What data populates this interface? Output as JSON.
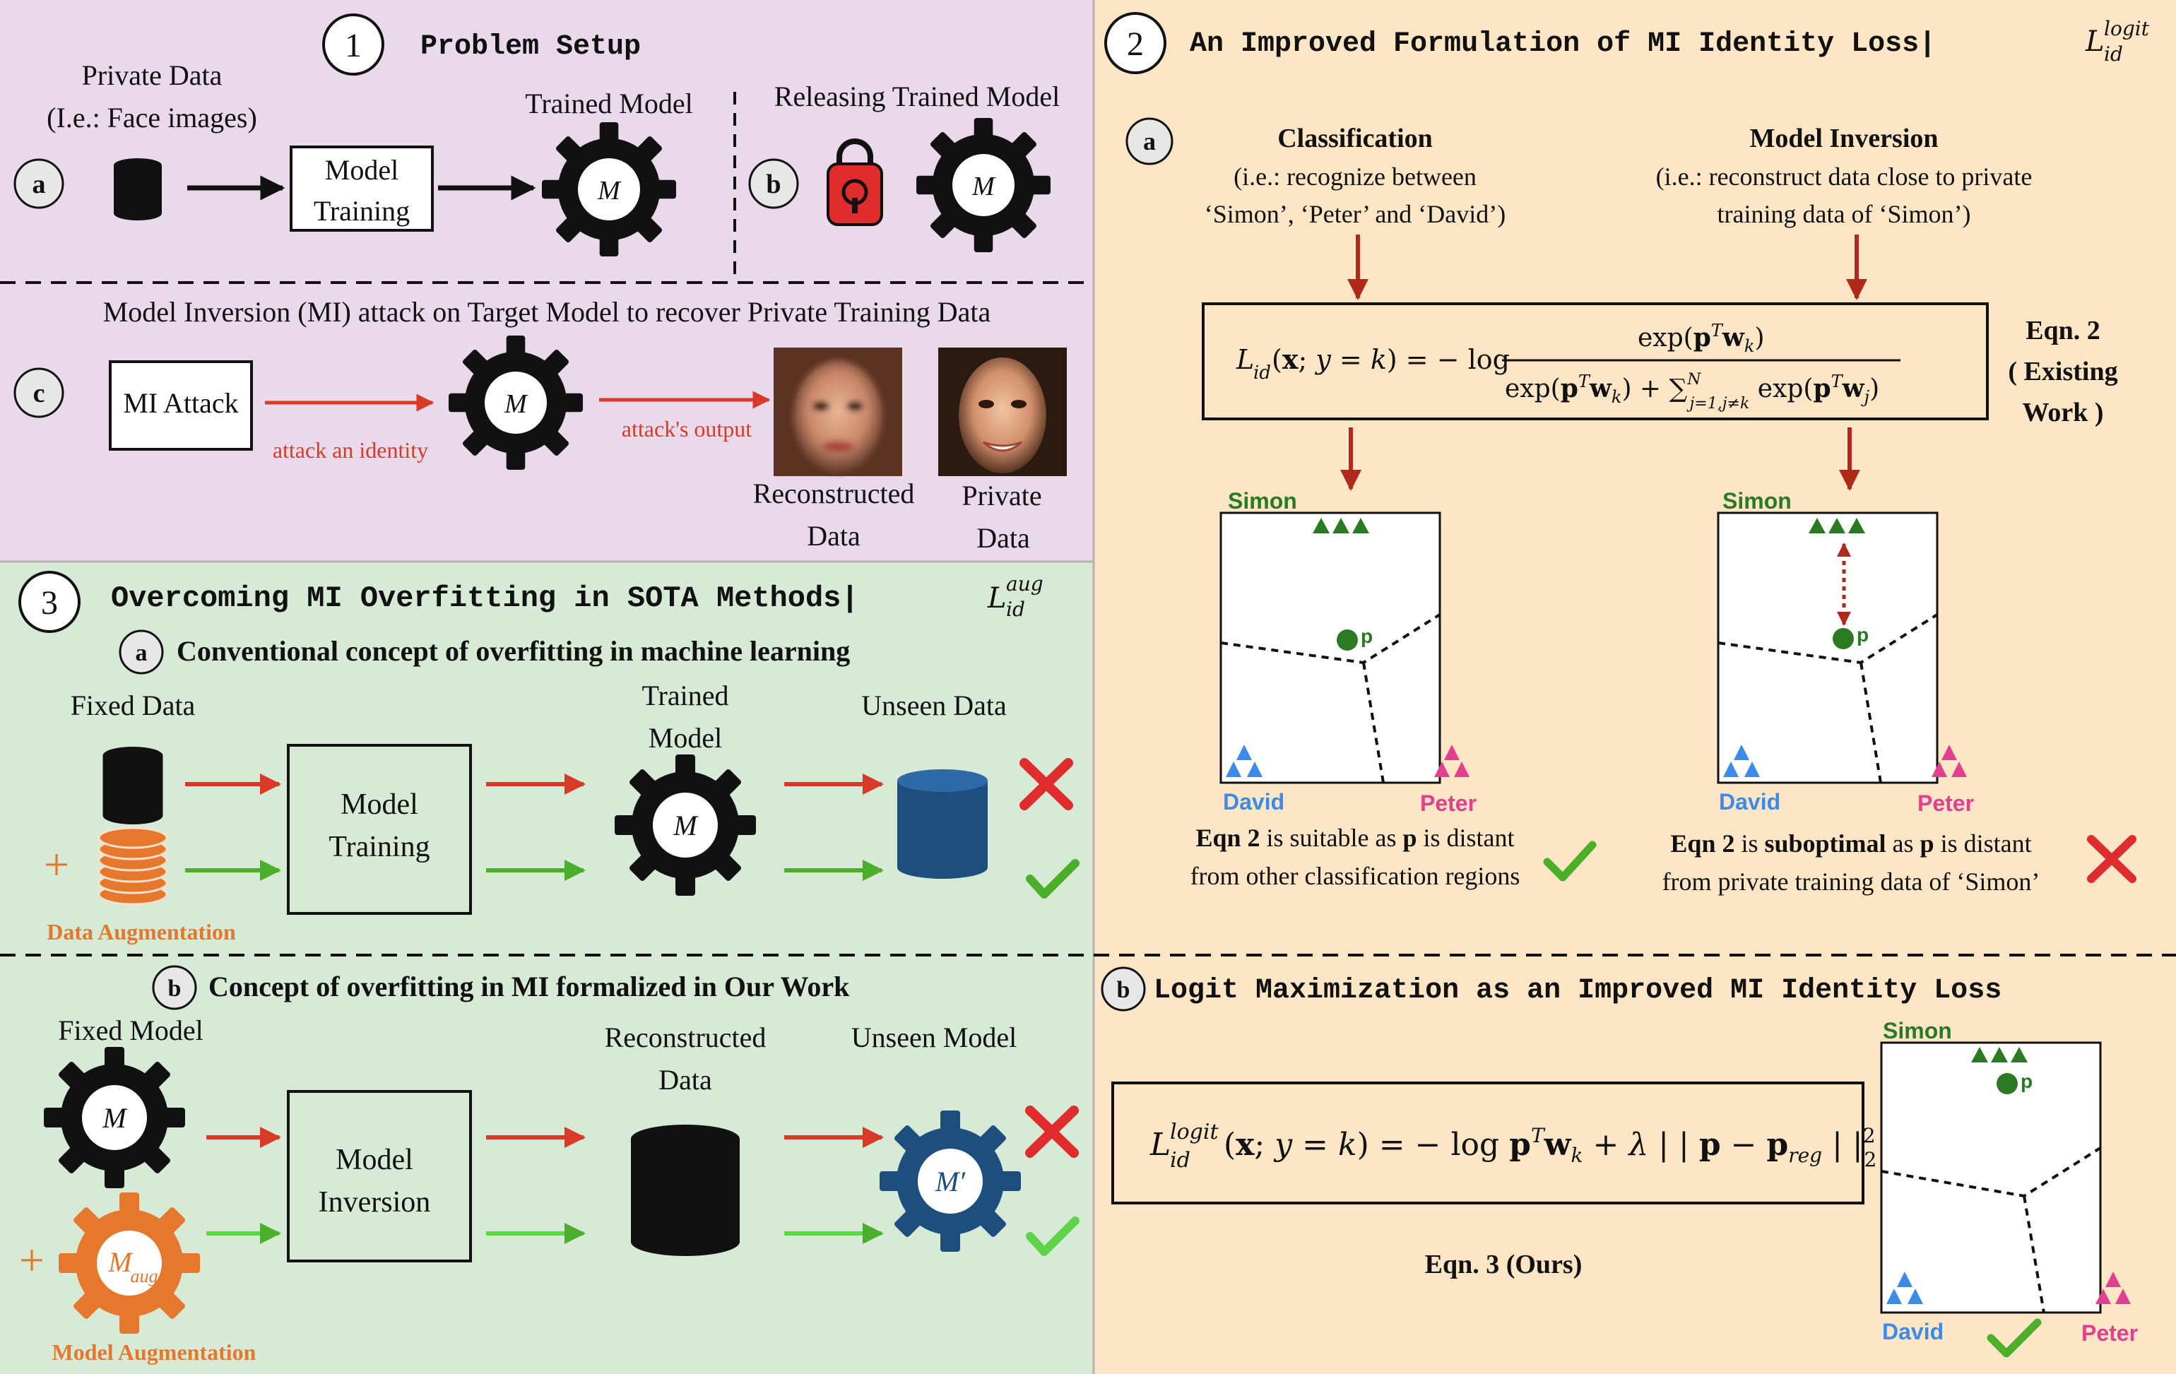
{
  "colors": {
    "panel1_bg": "#ead9ea",
    "panel2_bg": "#fde6c5",
    "panel3_bg": "#d6ead6",
    "accent_red": "#d93a28",
    "accent_green": "#4caf2a",
    "accent_orange": "#e5782d",
    "navy": "#1e4e7e",
    "simon_green": "#2a7a24",
    "david_blue": "#3d8be8",
    "peter_pink": "#e2408f"
  },
  "p1": {
    "num": "1",
    "title": "Problem Setup",
    "priv_line1": "Private Data",
    "priv_line2": "(I.e.: Face images)",
    "badge_a": "a",
    "train_line1": "Model",
    "train_line2": "Training",
    "trained_model": "Trained Model",
    "badge_b": "b",
    "release": "Releasing Trained Model",
    "gear_m": "M",
    "mi_heading": "Model Inversion (MI) attack on Target Model to recover Private Training Data",
    "badge_c": "c",
    "mi_attack": "MI Attack",
    "attack_identity": "attack an identity",
    "attack_output": "attack's output",
    "recon_line1": "Reconstructed",
    "recon_line2": "Data",
    "private_line1": "Private",
    "private_line2": "Data"
  },
  "p2": {
    "num": "2",
    "title": "An Improved Formulation of MI Identity Loss|",
    "badge_a": "a",
    "cls_title": "Classification",
    "cls_line1": "(i.e.: recognize between",
    "cls_line2": "‘Simon’, ‘Peter’ and ‘David’)",
    "mi_title": "Model Inversion",
    "mi_line1": "(i.e.: reconstruct data close to private",
    "mi_line2": "training data of ‘Simon’)",
    "eqn2_line1": "Eqn. 2",
    "eqn2_line2": "( Existing",
    "eqn2_line3": "Work )",
    "simon": "Simon",
    "david": "David",
    "peter": "Peter",
    "p": "p",
    "left_cap1_bold": "Eqn 2",
    "left_cap1_rest": " is suitable as ",
    "left_cap1_p": "p",
    "left_cap1_end": " is distant",
    "left_cap2": "from other classification regions",
    "right_cap1_bold": "Eqn 2",
    "right_cap1_mid": " is ",
    "right_cap1_sub": "suboptimal",
    "right_cap1_as": " as ",
    "right_cap1_p": "p",
    "right_cap1_end": " is distant",
    "right_cap2": "from private training data of ‘Simon’",
    "badge_b": "b",
    "b_title": "Logit Maximization as an Improved MI Identity Loss",
    "eqn3": "Eqn. 3 (Ours)"
  },
  "p3": {
    "num": "3",
    "title": "Overcoming MI Overfitting in SOTA Methods|",
    "badge_a": "a",
    "a_title": "Conventional concept of overfitting in machine learning",
    "fixed_data": "Fixed Data",
    "trained_line1": "Trained",
    "trained_line2": "Model",
    "unseen_data": "Unseen  Data",
    "model": "Model",
    "training": "Training",
    "plus": "+",
    "data_aug": "Data Augmentation",
    "badge_b": "b",
    "b_title": "Concept of overfitting in MI formalized in Our Work",
    "fixed_model": "Fixed Model",
    "recon_line1": "Reconstructed",
    "recon_line2": "Data",
    "unseen_model": "Unseen  Model",
    "inversion": "Inversion",
    "model_aug": "Model Augmentation",
    "gear_m": "M",
    "gear_mprime": "M′",
    "gear_maug_m": "M",
    "gear_maug_sub": "aug"
  }
}
